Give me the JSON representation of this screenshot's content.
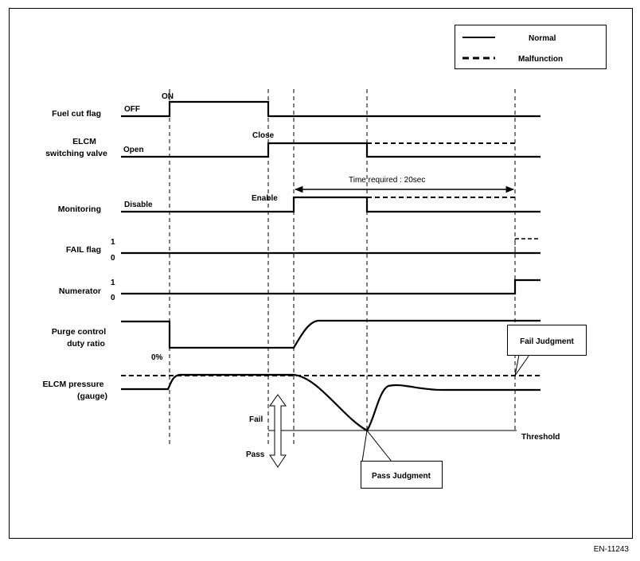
{
  "legend": {
    "normal": "Normal",
    "malfunction": "Malfunction"
  },
  "signals": {
    "fuel_cut_flag": {
      "label": "Fuel cut flag",
      "low": "OFF",
      "high": "ON"
    },
    "elcm_valve": {
      "label_line1": "ELCM",
      "label_line2": "switching valve",
      "low": "Open",
      "high": "Close"
    },
    "monitoring": {
      "label": "Monitoring",
      "low": "Disable",
      "high": "Enable"
    },
    "fail_flag": {
      "label": "FAIL flag",
      "one": "1",
      "zero": "0"
    },
    "numerator": {
      "label": "Numerator",
      "one": "1",
      "zero": "0"
    },
    "purge": {
      "label_line1": "Purge control",
      "label_line2": "duty ratio",
      "zero_pct": "0%"
    },
    "elcm_pressure": {
      "label_line1": "ELCM pressure",
      "label_line2": "(gauge)"
    }
  },
  "annotations": {
    "time_required": "Time required : 20sec",
    "fail": "Fail",
    "pass": "Pass",
    "threshold": "Threshold",
    "fail_judgment": "Fail Judgment",
    "pass_judgment": "Pass Judgment"
  },
  "figure_code": "EN-11243"
}
